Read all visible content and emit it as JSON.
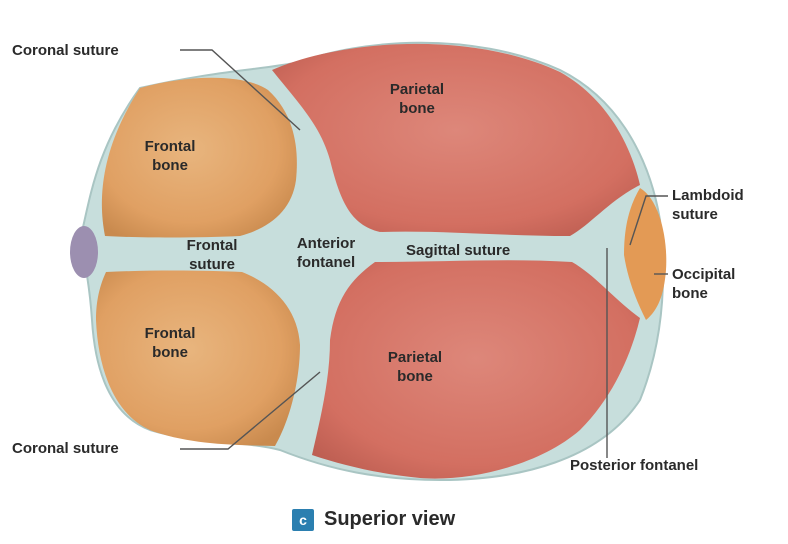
{
  "labels": {
    "coronal_suture_top": "Coronal suture",
    "coronal_suture_bottom": "Coronal suture",
    "parietal_bone_top_l1": "Parietal",
    "parietal_bone_top_l2": "bone",
    "parietal_bone_bottom_l1": "Parietal",
    "parietal_bone_bottom_l2": "bone",
    "frontal_bone_top_l1": "Frontal",
    "frontal_bone_top_l2": "bone",
    "frontal_bone_bottom_l1": "Frontal",
    "frontal_bone_bottom_l2": "bone",
    "frontal_suture_l1": "Frontal",
    "frontal_suture_l2": "suture",
    "anterior_fontanel_l1": "Anterior",
    "anterior_fontanel_l2": "fontanel",
    "sagittal_suture": "Sagittal suture",
    "lambdoid_suture_l1": "Lambdoid",
    "lambdoid_suture_l2": "suture",
    "occipital_bone_l1": "Occipital",
    "occipital_bone_l2": "bone",
    "posterior_fontanel": "Posterior fontanel"
  },
  "caption": {
    "badge": "c",
    "text": "Superior view"
  },
  "colors": {
    "parietal": "#d8796b",
    "frontal": "#e6a96a",
    "suture": "#cfe4e2",
    "occipital": "#e39a55",
    "leader_line": "#555555"
  }
}
